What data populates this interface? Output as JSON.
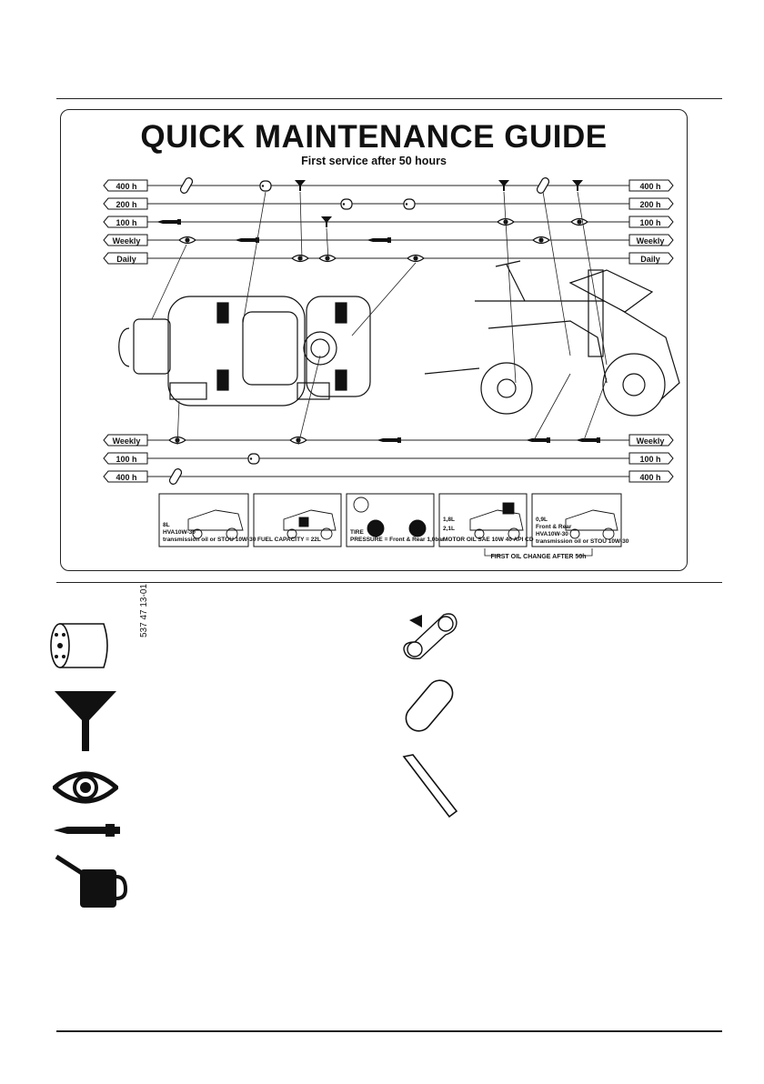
{
  "guide": {
    "title": "QUICK MAINTENANCE GUIDE",
    "subtitle": "First service after 50 hours",
    "part_number": "537 47 13-01",
    "intervals_top": [
      "400 h",
      "200 h",
      "100 h",
      "Weekly",
      "Daily"
    ],
    "intervals_bottom": [
      "Weekly",
      "100 h",
      "400 h"
    ],
    "info_boxes": [
      {
        "line1": "8L",
        "line2": "HVA10W-30",
        "line3": "transmission oil or STOU 10W-30"
      },
      {
        "line1": "FUEL CAPACITY = 22L"
      },
      {
        "line1": "TIRE",
        "line2": "PRESSURE = Front & Rear 1,0bar"
      },
      {
        "line1": "1,8L",
        "line2": "2,1L",
        "line3": "MOTOR OIL SAE 10W 40 API CD"
      },
      {
        "line1": "0,9L",
        "line2": "Front & Rear",
        "line3": "HVA10W-30",
        "line4": "transmission oil or STOU 10W-30"
      }
    ],
    "oil_change_note": "FIRST OIL CHANGE AFTER 50h"
  },
  "legend": {
    "items": [
      {
        "icon": "filter-icon",
        "label": ""
      },
      {
        "icon": "funnel-icon",
        "label": ""
      },
      {
        "icon": "eye-icon",
        "label": ""
      },
      {
        "icon": "grease-gun-icon",
        "label": ""
      },
      {
        "icon": "oil-can-icon",
        "label": ""
      },
      {
        "icon": "belt-icon",
        "label": ""
      },
      {
        "icon": "air-filter-icon",
        "label": ""
      },
      {
        "icon": "blade-icon",
        "label": ""
      }
    ]
  },
  "colors": {
    "ink": "#111111",
    "paper": "#ffffff"
  }
}
